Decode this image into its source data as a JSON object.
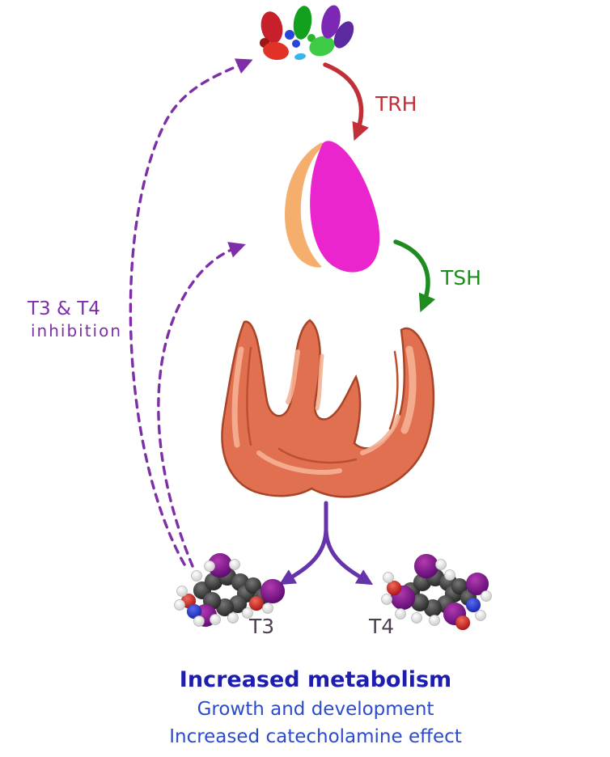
{
  "diagram": {
    "labels": {
      "trh": "TRH",
      "tsh": "TSH",
      "t3": "T3",
      "t4": "T4",
      "inhibition_line1": "T3 & T4",
      "inhibition_line2": "inhibition"
    },
    "effects": {
      "line1": "Increased metabolism",
      "line2": "Growth and development",
      "line3": "Increased catecholamine effect"
    },
    "colors": {
      "trh": "#c13039",
      "tsh": "#1e8c1e",
      "release_arrow": "#6633aa",
      "inhibition": "#7e2fa8",
      "metabolism_heading": "#1d1db0",
      "effects_text": "#2c4bc9",
      "t3_t4_label": "#4a4050",
      "thyroid": "#e07050",
      "pituitary_anterior": "#ea25cd",
      "pituitary_posterior": "#f6ae6c",
      "iodine": "#7b0f8e",
      "carbon": "#3a3a3a",
      "oxygen": "#cc1f1f",
      "nitrogen": "#2233bb",
      "hydrogen": "#f0f0f0"
    }
  }
}
